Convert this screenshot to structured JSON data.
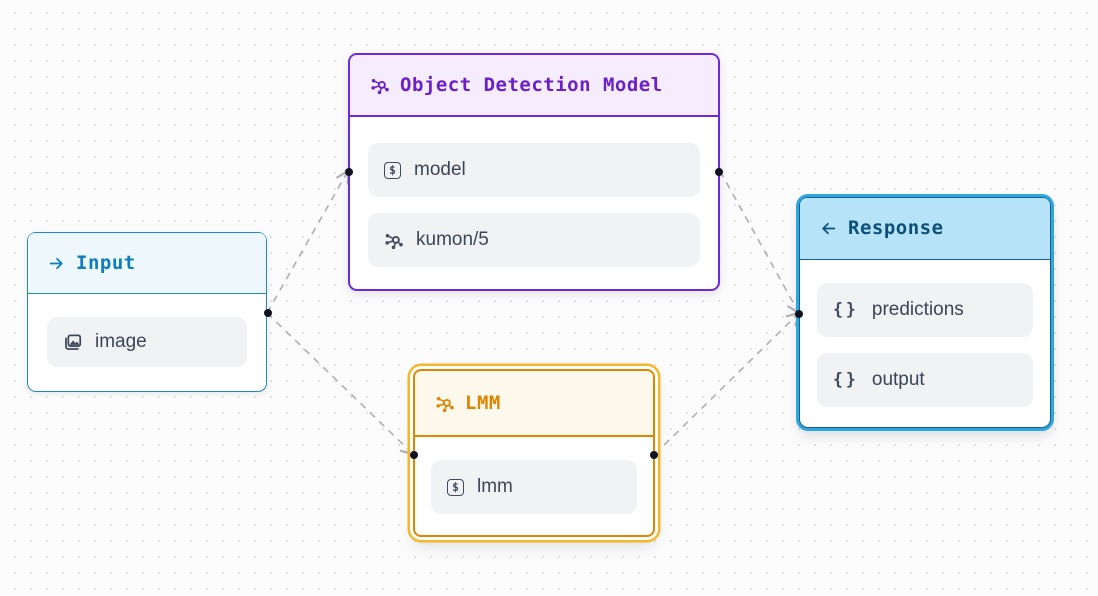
{
  "canvas": {
    "background_color": "#fbfbfc",
    "grid_dot_color": "#e1e1e5"
  },
  "icons": {
    "dollar": "$",
    "braces": "{}"
  },
  "nodes": [
    {
      "id": "input",
      "title": "Input",
      "header_icon": "arrow-right-icon",
      "accent_color": "#2089c5",
      "header_bg": "#eef7fc",
      "title_color": "#0f7cbd",
      "fields": [
        {
          "icon": "image-icon",
          "label": "image"
        }
      ]
    },
    {
      "id": "object-detection-model",
      "title": "Object Detection Model",
      "header_icon": "model-network-icon",
      "accent_color": "#6d28d9",
      "header_bg": "#f5ecfd",
      "title_color": "#6b1fc8",
      "fields": [
        {
          "icon": "dollar-square-icon",
          "label": "model"
        },
        {
          "icon": "model-network-icon",
          "label": "kumon/5"
        }
      ]
    },
    {
      "id": "lmm",
      "title": "LMM",
      "header_icon": "model-network-icon",
      "accent_color": "#df8600",
      "header_bg": "#fdf8ec",
      "title_color": "#dd8500",
      "selection_ring_color": "#f3b72c",
      "selected": true,
      "fields": [
        {
          "icon": "dollar-square-icon",
          "label": "lmm"
        }
      ]
    },
    {
      "id": "response",
      "title": "Response",
      "header_icon": "arrow-left-icon",
      "accent_color": "#175d86",
      "header_bg": "#b6e3f8",
      "title_color": "#0e4f79",
      "selection_ring_color": "#2ea6e0",
      "selected": true,
      "fields": [
        {
          "icon": "braces-icon",
          "label": "predictions"
        },
        {
          "icon": "braces-icon",
          "label": "output"
        }
      ]
    }
  ],
  "edges": [
    {
      "from": "input",
      "to": "object-detection-model",
      "style": "dashed"
    },
    {
      "from": "input",
      "to": "lmm",
      "style": "dashed"
    },
    {
      "from": "object-detection-model",
      "to": "response",
      "style": "dashed"
    },
    {
      "from": "lmm",
      "to": "response",
      "style": "dashed"
    }
  ],
  "edge_color": "#aeaeb4"
}
